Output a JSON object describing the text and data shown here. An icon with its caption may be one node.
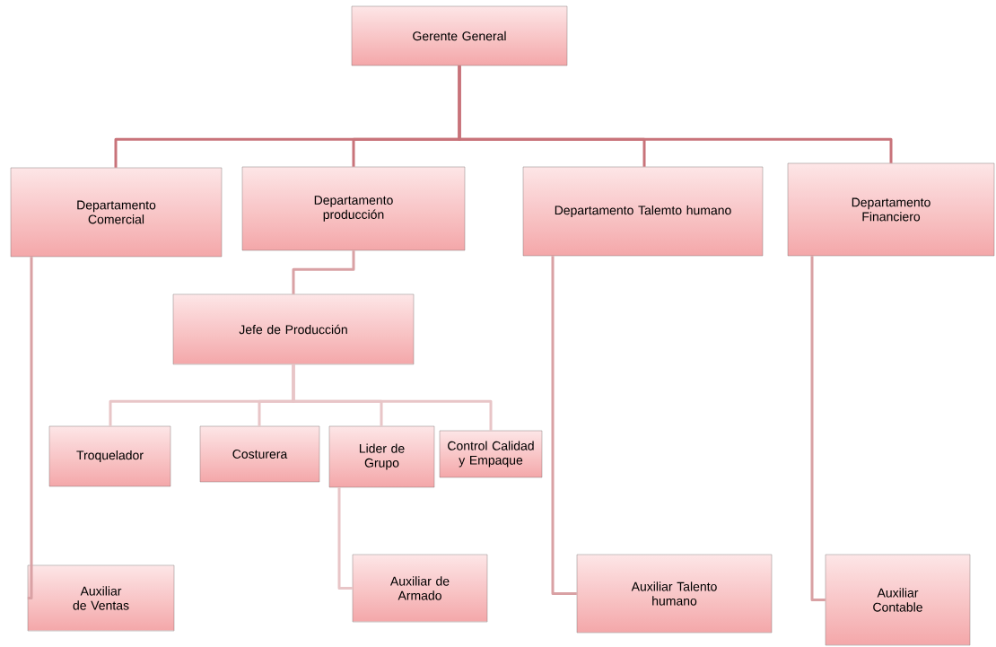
{
  "diagram": {
    "nodes": [
      {
        "text": [
          "Gerente General"
        ]
      },
      {
        "text": [
          "Departamento Comercial"
        ]
      },
      {
        "text": [
          "Departamento producción"
        ]
      },
      {
        "text": [
          "Departamento Talemto humano"
        ]
      },
      {
        "text": [
          "Departamento Financiero"
        ]
      },
      {
        "text": [
          "Jefe de Producción"
        ]
      },
      {
        "text": [
          "Troquelador"
        ]
      },
      {
        "text": [
          "Costurera"
        ]
      },
      {
        "text": [
          "Lider de Grupo"
        ]
      },
      {
        "text": [
          "Control Calidad y Empaque"
        ]
      },
      {
        "text": [
          "Auxiliar de Ventas"
        ]
      },
      {
        "text": [
          "Auxiliar de Armado"
        ]
      },
      {
        "text": [
          "Auxiliar Talento humano"
        ]
      },
      {
        "text": [
          "Auxiliar Contable"
        ]
      }
    ],
    "edges": [
      {
        "from": 0,
        "to": 1,
        "arrow": "none",
        "color": "#c8737a"
      },
      {
        "from": 0,
        "to": 2,
        "arrow": "none",
        "color": "#c8737a"
      },
      {
        "from": 0,
        "to": 3,
        "arrow": "none",
        "color": "#c8737a"
      },
      {
        "from": 0,
        "to": 4,
        "arrow": "none",
        "color": "#c8737a"
      },
      {
        "from": 2,
        "to": 5,
        "arrow": "none",
        "color": "#d9a1a4"
      },
      {
        "from": 5,
        "to": 6,
        "arrow": "none",
        "color": "#e8c5c7"
      },
      {
        "from": 5,
        "to": 7,
        "arrow": "none",
        "color": "#e8c5c7"
      },
      {
        "from": 5,
        "to": 8,
        "arrow": "none",
        "color": "#e8c5c7"
      },
      {
        "from": 5,
        "to": 9,
        "arrow": "none",
        "color": "#e8c5c7"
      },
      {
        "from": 1,
        "to": 10,
        "arrow": "none",
        "color": "#d9a1a4"
      },
      {
        "from": 8,
        "to": 11,
        "arrow": "none",
        "color": "#e8c5c7"
      },
      {
        "from": 3,
        "to": 12,
        "arrow": "none",
        "color": "#d9a1a4"
      },
      {
        "from": 4,
        "to": 13,
        "arrow": "none",
        "color": "#d9a1a4"
      }
    ]
  }
}
